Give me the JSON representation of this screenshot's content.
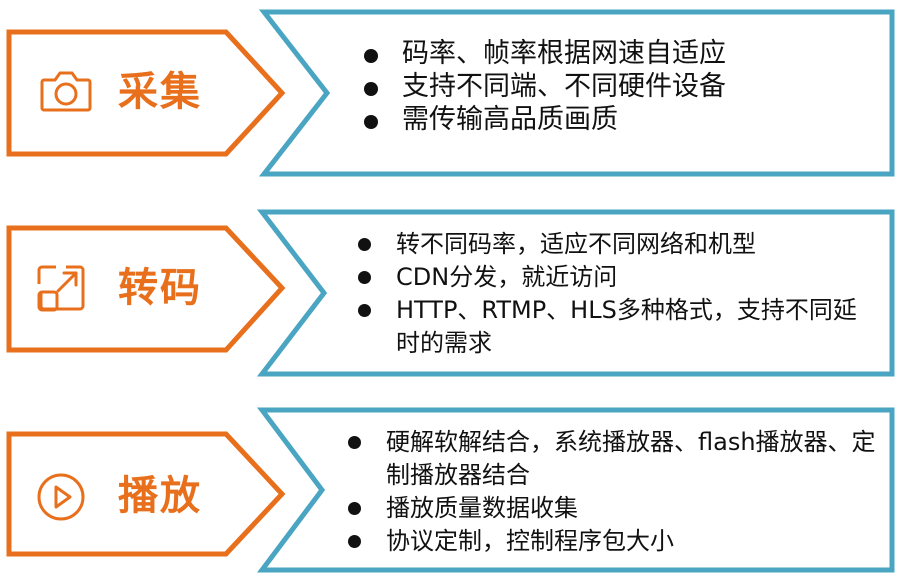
{
  "colors": {
    "orange": "#e8701d",
    "teal": "#4aa5c2",
    "text": "#111111"
  },
  "stages": [
    {
      "title": "采集",
      "icon": "camera-icon",
      "items": [
        "码率、帧率根据网速自适应",
        "支持不同端、不同硬件设备",
        "需传输高品质画质"
      ]
    },
    {
      "title": "转码",
      "icon": "resize-arrow-icon",
      "items": [
        "转不同码率，适应不同网络和机型",
        "CDN分发，就近访问",
        "HTTP、RTMP、HLS多种格式，支持不同延时的需求"
      ]
    },
    {
      "title": "播放",
      "icon": "play-circle-icon",
      "items": [
        "硬解软解结合，系统播放器、flash播放器、定制播放器结合",
        "播放质量数据收集",
        "协议定制，控制程序包大小"
      ]
    }
  ]
}
